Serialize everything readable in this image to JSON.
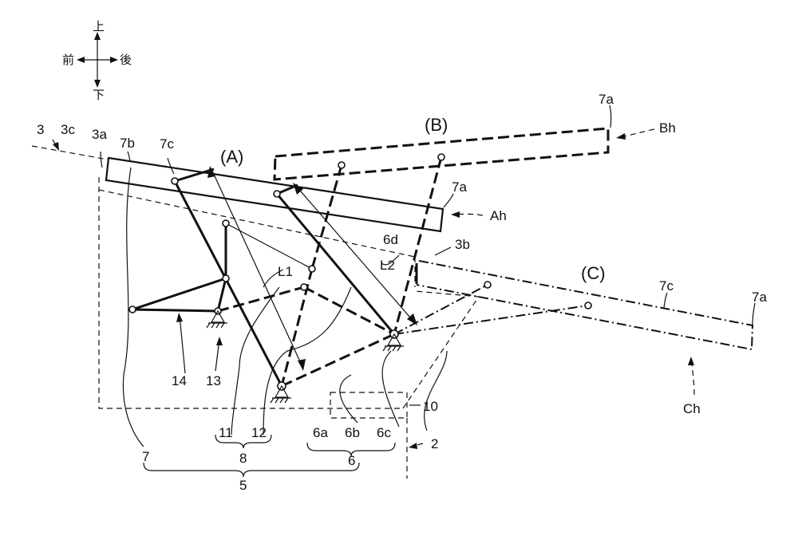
{
  "directions": {
    "up": "上",
    "down": "下",
    "front": "前",
    "back": "後"
  },
  "labels": {
    "state_A": "(A)",
    "state_B": "(B)",
    "state_C": "(C)",
    "ref_3": "3",
    "ref_3a": "3a",
    "ref_3b": "3b",
    "ref_3c": "3c",
    "ref_7": "7",
    "ref_7a_top": "7a",
    "ref_7a_mid": "7a",
    "ref_7a_right": "7a",
    "ref_7b": "7b",
    "ref_7c_left": "7c",
    "ref_7c_right": "7c",
    "ref_Ah": "Ah",
    "ref_Bh": "Bh",
    "ref_Ch": "Ch",
    "ref_6d": "6d",
    "ref_L1": "L1",
    "ref_L2": "L2",
    "ref_10": "10",
    "ref_2": "2",
    "ref_14": "14",
    "ref_13": "13",
    "ref_11": "11",
    "ref_12": "12",
    "ref_6a": "6a",
    "ref_6b": "6b",
    "ref_6c": "6c",
    "ref_8": "8",
    "ref_6": "6",
    "ref_5": "5"
  }
}
